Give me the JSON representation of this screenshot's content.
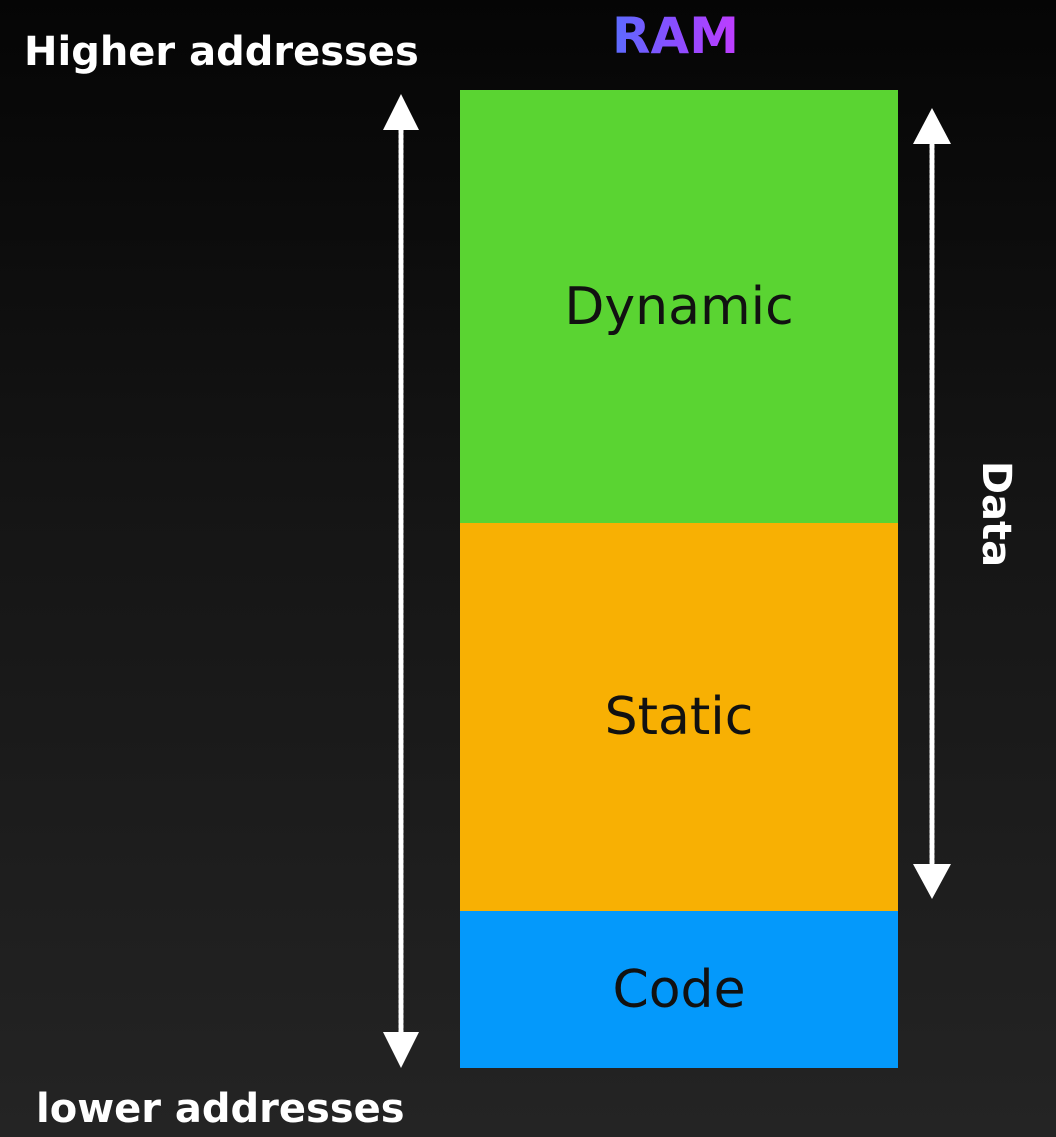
{
  "title": "RAM",
  "labels": {
    "higher": "Higher addresses",
    "lower": "lower addresses",
    "data": "Data"
  },
  "segments": [
    {
      "name": "Dynamic",
      "color": "#5ad432"
    },
    {
      "name": "Static",
      "color": "#f8b003"
    },
    {
      "name": "Code",
      "color": "#0499fb"
    }
  ],
  "colors": {
    "title_gradient_start": "#5b6cff",
    "title_gradient_end": "#c13cff",
    "label_text": "#ffffff",
    "background_top": "#050505",
    "background_bottom": "#242424"
  }
}
